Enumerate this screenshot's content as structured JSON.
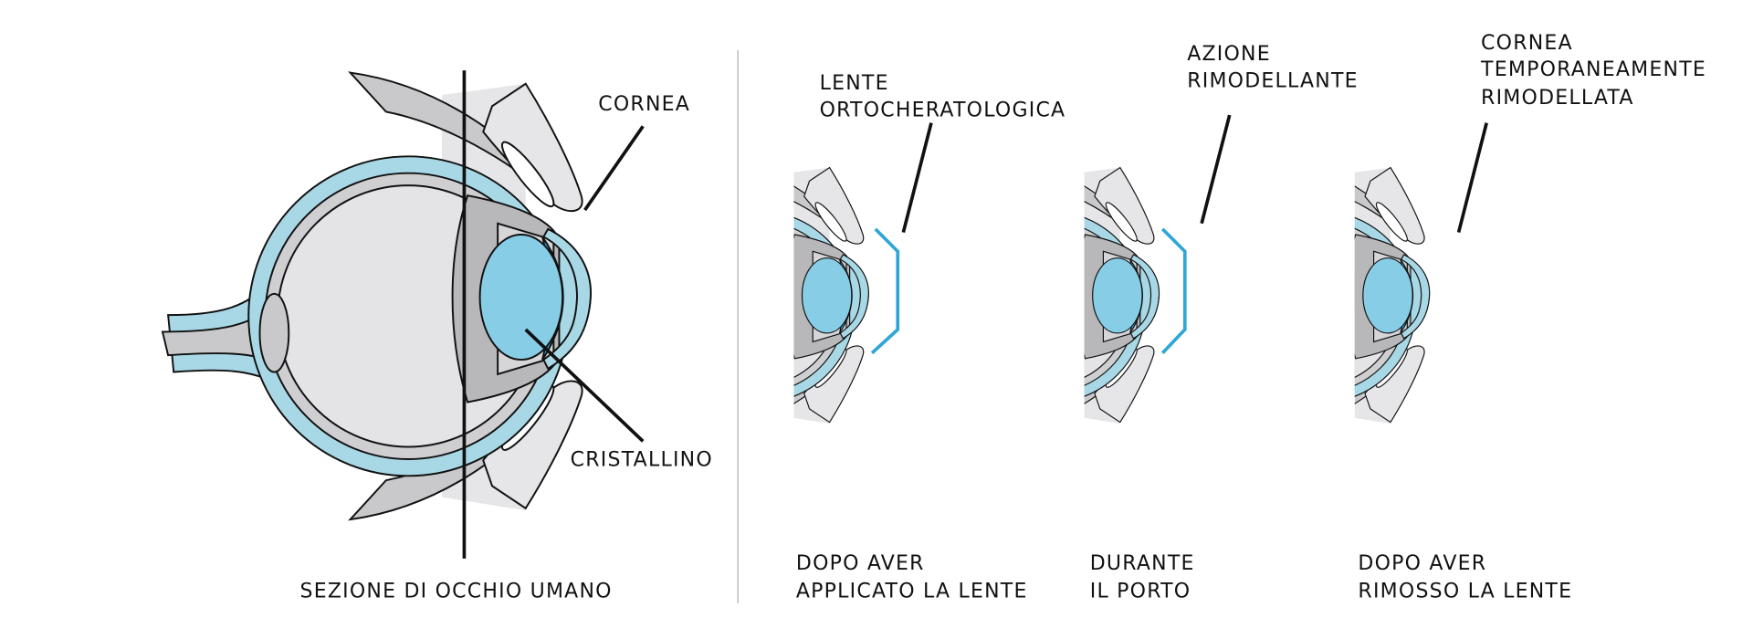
{
  "colors": {
    "sclera": "#a8d8e6",
    "lens": "#88cde6",
    "chamber": "#2ab0dc",
    "ortho_lens": "#2fa6d4",
    "gray": "#c9c9cb",
    "light_gray": "#e6e6e8"
  },
  "main": {
    "cornea_label": "CORNEA",
    "lens_label": "CRISTALLINO",
    "caption": "SEZIONE DI OCCHIO UMANO"
  },
  "panels": [
    {
      "label_lines": [
        "LENTE",
        "ORTOCHERATOLOGICA"
      ],
      "caption_lines": [
        "DOPO AVER",
        "APPLICATO LA LENTE"
      ]
    },
    {
      "label_lines": [
        "AZIONE",
        "RIMODELLANTE"
      ],
      "caption_lines": [
        "DURANTE",
        "IL PORTO"
      ]
    },
    {
      "label_lines": [
        "CORNEA",
        "TEMPORANEAMENTE",
        "RIMODELLATA"
      ],
      "caption_lines": [
        "DOPO AVER",
        "RIMOSSO LA LENTE"
      ]
    }
  ]
}
